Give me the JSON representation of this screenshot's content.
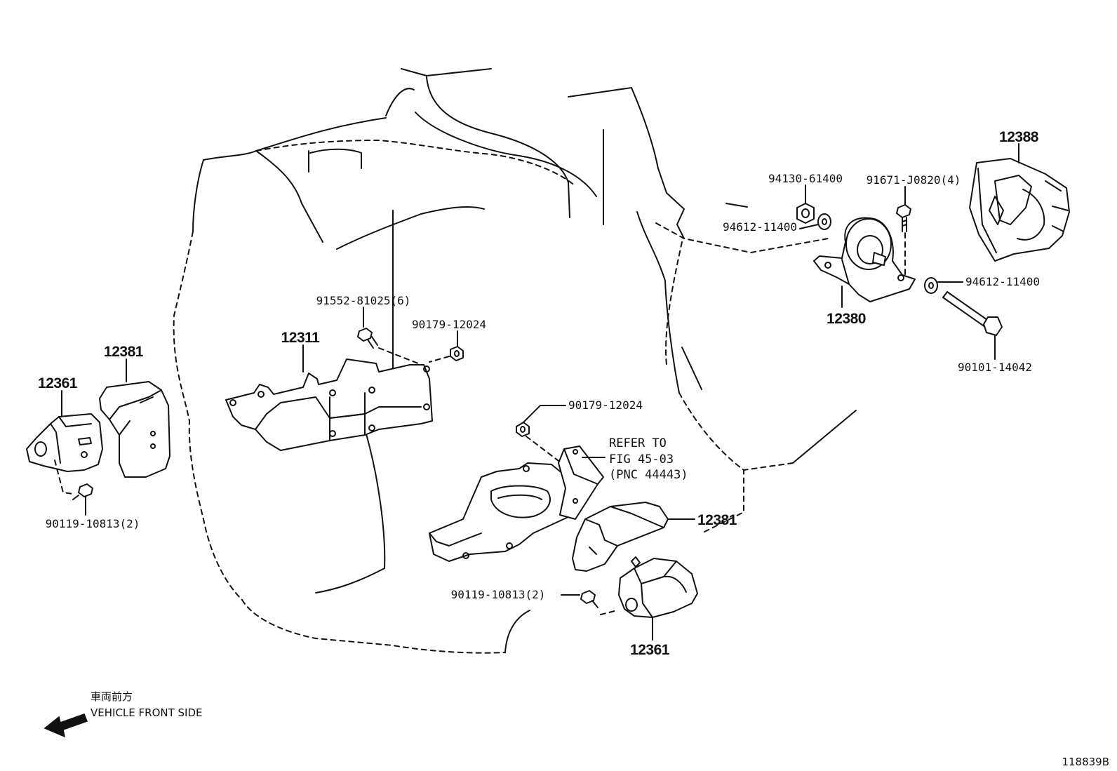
{
  "labels": {
    "p12388": "12388",
    "p94130": "94130-61400",
    "p91671": "91671-J0820(4)",
    "p94612a": "94612-11400",
    "p94612b": "94612-11400",
    "p12380": "12380",
    "p90101": "90101-14042",
    "p91552": "91552-81025(6)",
    "p90179a": "90179-12024",
    "p12311": "12311",
    "p12381a": "12381",
    "p12361a": "12361",
    "p90119a": "90119-10813(2)",
    "p90179b": "90179-12024",
    "p12381b": "12381",
    "p90119b": "90119-10813(2)",
    "p12361b": "12361"
  },
  "refer": {
    "line1": "REFER TO",
    "line2": "FIG 45-03",
    "line3": "(PNC 44443)"
  },
  "front": {
    "jp": "車両前方",
    "en": "VEHICLE FRONT SIDE"
  },
  "figure_id": "118839B"
}
